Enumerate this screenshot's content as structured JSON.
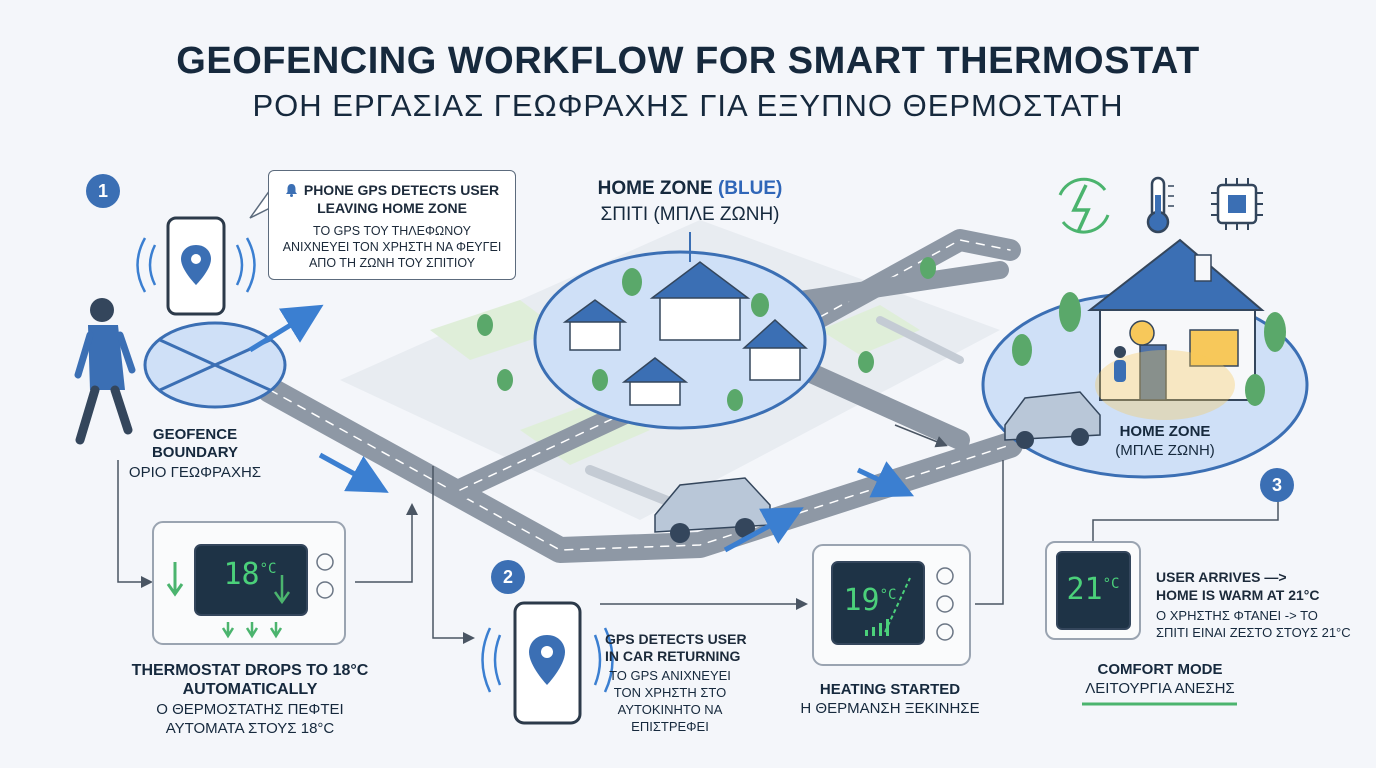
{
  "title": {
    "en": "GEOFENCING WORKFLOW FOR SMART THERMOSTAT",
    "gr": "ΡΟΗ ΕΡΓΑΣΙΑΣ ΓΕΩΦΡΑΧΗΣ ΓΙΑ ΕΞΥΠΝΟ ΘΕΡΜΟΣΤΑΤΗ"
  },
  "steps": [
    {
      "number": "1"
    },
    {
      "number": "2"
    },
    {
      "number": "3"
    }
  ],
  "callout": {
    "en_line1": "PHONE GPS DETECTS USER",
    "en_line2": "LEAVING HOME ZONE",
    "gr_line1": "ΤΟ GPS ΤΟΥ ΤΗΛΕΦΩΝΟΥ",
    "gr_line2": "ΑΝΙΧΝΕΥΕΙ ΤΟΝ ΧΡΗΣΤΗ ΝΑ ΦΕΥΓΕΙ",
    "gr_line3": "ΑΠΟ ΤΗ ΖΩΝΗ ΤΟΥ ΣΠΙΤΙΟΥ"
  },
  "geofence": {
    "en_line1": "GEOFENCE",
    "en_line2": "BOUNDARY",
    "gr": "ΟΡΙΟ ΓΕΩΦΡΑΧΗΣ"
  },
  "home_zone_map": {
    "en_prefix": "HOME ZONE ",
    "en_highlight": "(BLUE)",
    "gr": "ΣΠΙΤΙ (ΜΠΛΕ ΖΩΝΗ)"
  },
  "home_zone_right": {
    "en": "HOME ZONE",
    "gr": "(ΜΠΛΕ ΖΩΝΗ)"
  },
  "thermostat_drop": {
    "temp": "18",
    "unit": "°C",
    "en_line1": "THERMOSTAT DROPS TO 18°C",
    "en_line2": "AUTOMATICALLY",
    "gr_line1": "Ο ΘΕΡΜΟΣΤΑΤΗΣ ΠΕΦΤΕΙ",
    "gr_line2": "ΑΥΤΟΜΑΤΑ ΣΤΟΥΣ 18°C"
  },
  "gps_return": {
    "en_line1": "GPS DETECTS USER",
    "en_line2": "IN CAR RETURNING",
    "gr_line1": "ΤΟ GPS ΑΝΙΧΝΕΥΕΙ",
    "gr_line2": "ΤΟΝ ΧΡΗΣΤΗ ΣΤΟ",
    "gr_line3": "ΑΥΤΟΚΙΝΗΤΟ ΝΑ",
    "gr_line4": "ΕΠΙΣΤΡΕΦΕΙ"
  },
  "heating": {
    "temp": "19",
    "unit": "°C",
    "en": "HEATING STARTED",
    "gr": "Η ΘΕΡΜΑΝΣΗ ΞΕΚΙΝΗΣΕ"
  },
  "arrival": {
    "temp": "21",
    "unit": "°C",
    "en_line1": "USER ARRIVES —>",
    "en_line2": "HOME IS WARM AT 21°C",
    "gr_line1": "Ο ΧΡΗΣΤΗΣ ΦΤΑΝΕΙ -> ΤΟ",
    "gr_line2": "ΣΠΙΤΙ ΕΙΝΑΙ ΖΕΣΤΟ ΣΤΟΥΣ 21°C"
  },
  "comfort": {
    "en": "COMFORT MODE",
    "gr": "ΛΕΙΤΟΥΡΓΙΑ ΑΝΕΣΗΣ"
  },
  "icons": [
    "bell-icon",
    "location-pin-icon",
    "energy-cycle-icon",
    "thermometer-icon",
    "chip-icon",
    "car-icon",
    "house-icon",
    "person-icon"
  ],
  "colors": {
    "accent_blue": "#3b6fb4",
    "zone_blue": "#cfe0f7",
    "screen_green": "#4bd07a",
    "road": "#8e98a5"
  }
}
